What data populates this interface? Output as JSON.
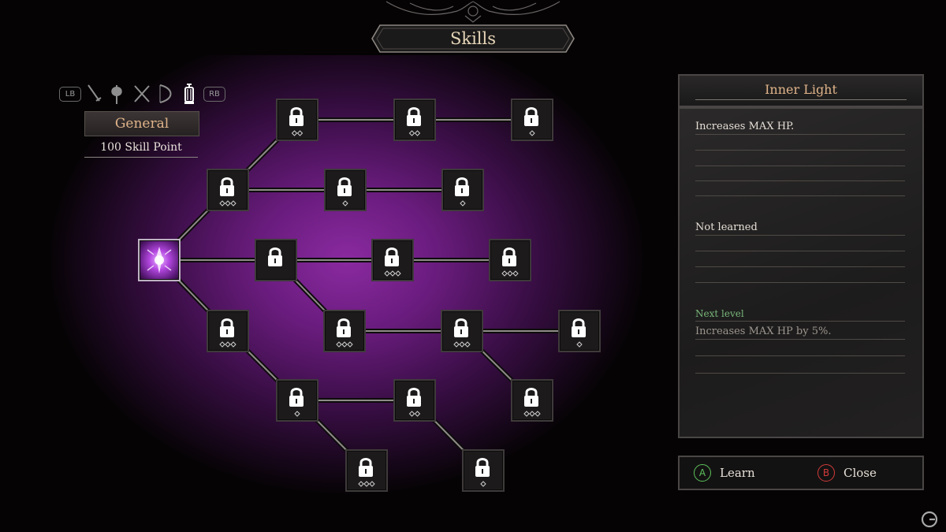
{
  "header": {
    "title": "Skills"
  },
  "category": {
    "left_bumper": "LB",
    "right_bumper": "RB",
    "weapons": [
      "sword-icon",
      "axe-icon",
      "crossed-swords-icon",
      "bow-icon",
      "lantern-icon"
    ],
    "selected_weapon": "lantern-icon",
    "name": "General",
    "skill_points": "100 Skill Point"
  },
  "skill_tree": {
    "root_icon": "inner-light-icon",
    "locked_icon": "padlock-icon"
  },
  "detail": {
    "title": "Inner Light",
    "description": "Increases MAX HP.",
    "status": "Not learned",
    "next_level_label": "Next level",
    "next_level_text": "Increases MAX HP by 5%."
  },
  "actions": {
    "learn_key": "A",
    "learn_label": "Learn",
    "close_key": "B",
    "close_label": "Close"
  },
  "colors": {
    "accent_title": "#e0b48a",
    "glow": "#8a2aa0",
    "confirm": "#5cc25c",
    "cancel": "#d33a3a",
    "next_level": "#78b87a"
  }
}
